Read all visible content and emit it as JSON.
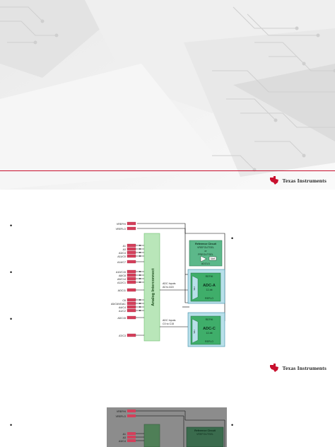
{
  "brand": {
    "logo_text": "Texas Instruments",
    "accent": "#c8102e"
  },
  "icons": {
    "bullet": "bullet-dot",
    "logo": "ti-state-mark-icon"
  },
  "slide2": {
    "bullets": [
      "•",
      "•",
      "•"
    ],
    "right_bullet": "•",
    "signals": {
      "vref": [
        "VREFHI",
        "VREFLO"
      ],
      "group_a": [
        "A1",
        "A3",
        "A3/C4",
        "A11/C0"
      ],
      "a14": "A14/C7",
      "group_b": [
        "A10/C15",
        "A8/C8",
        "A9/C14",
        "A12/C1"
      ],
      "a11": "ADC11",
      "group_c": [
        "C6",
        "A5/C6/VDAC",
        "A4/C4",
        "A1/C2"
      ],
      "c15": "ADC15",
      "c13": "AT/C3"
    },
    "interconnect_label": "Analog Interconnect",
    "adc_inputs_a": [
      "ADC Inputs",
      "A0 to A15"
    ],
    "adc_inputs_c": [
      "ADC Inputs",
      "C0 to C15"
    ],
    "reference_circuit": {
      "title": "Reference Circuit",
      "lines": [
        "VREFOUTSEL",
        "or",
        "PREOUTSEL"
      ],
      "vref": "Vref",
      "adc": "ADCU1"
    },
    "adc_a": {
      "refhi": "REFHI",
      "title": "ADC-A",
      "rate": "12-bit",
      "reflo": "REFLO",
      "sh": "S/H"
    },
    "adc_c": {
      "refhi": "REFHI",
      "title": "ADC-C",
      "rate": "12-bit",
      "reflo": "REFLO",
      "sh": "S/H"
    }
  },
  "slide3": {
    "bullets": [
      "•"
    ],
    "right_bullet": "•",
    "signals": {
      "vref": [
        "VREFHI",
        "VREFLO"
      ],
      "group_a": [
        "A1",
        "A3",
        "A3/C4"
      ]
    },
    "reference_circuit": {
      "title": "Reference Circuit",
      "line": "VREFOUTSEL"
    }
  }
}
